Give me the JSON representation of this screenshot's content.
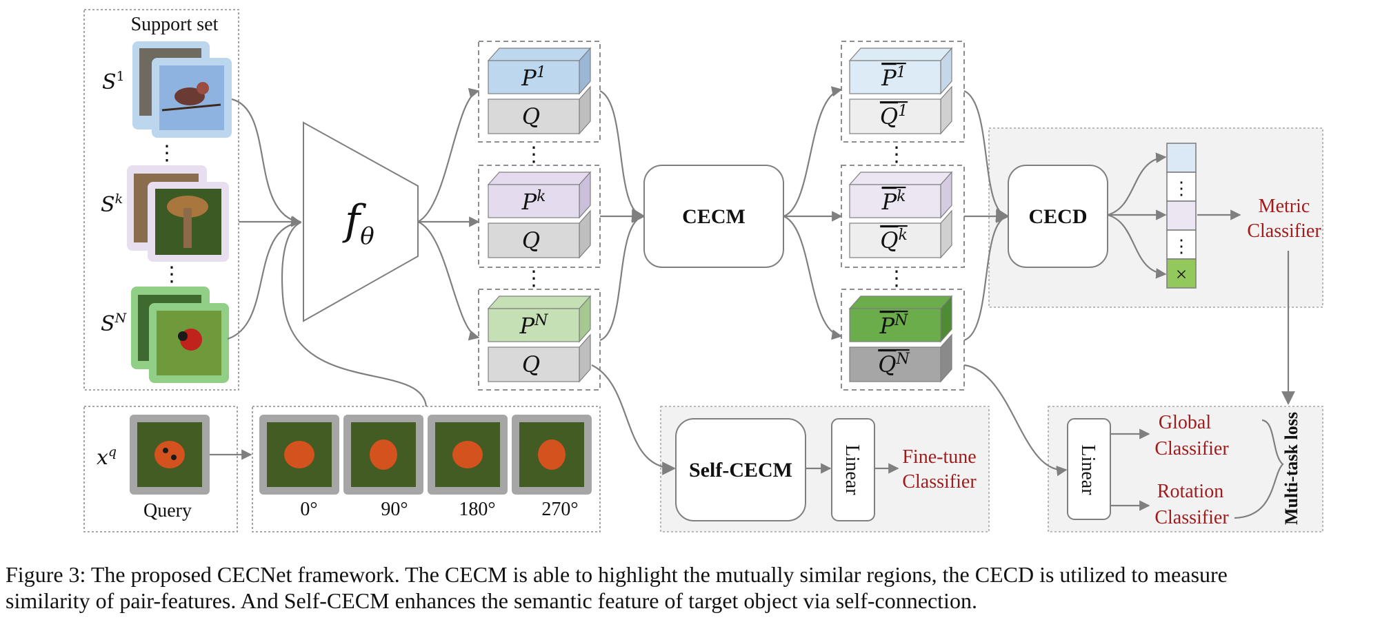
{
  "support": {
    "title": "Support set",
    "rows": [
      {
        "sym": "S",
        "sup": "1",
        "color": "#bcd6ee",
        "photo": "bird"
      },
      {
        "sym": "S",
        "sup": "k",
        "color": "#e7def0",
        "photo": "mushroom"
      },
      {
        "sym": "S",
        "sup": "N",
        "color": "#92cf86",
        "photo": "ladybug"
      }
    ],
    "dots": "⋮"
  },
  "query": {
    "symbol": "x",
    "sup": "q",
    "label": "Query"
  },
  "rotations": [
    "0°",
    "90°",
    "180°",
    "270°"
  ],
  "backbone": {
    "f": "f",
    "sub": "θ"
  },
  "feature_groups": [
    {
      "p": "P",
      "p_sup": "1",
      "q": "Q",
      "q_sup": "",
      "p_color": "#bdd7ee",
      "q_color": "#d9d9d9"
    },
    {
      "p": "P",
      "p_sup": "k",
      "q": "Q",
      "q_sup": "",
      "p_color": "#e4dcee",
      "q_color": "#d9d9d9"
    },
    {
      "p": "P",
      "p_sup": "N",
      "q": "Q",
      "q_sup": "",
      "p_color": "#c5e0b4",
      "q_color": "#d9d9d9"
    }
  ],
  "refined_groups": [
    {
      "p": "P",
      "p_sup": "1",
      "q": "Q",
      "q_sup": "1",
      "p_color": "#ddebf7",
      "q_color": "#eeeeee"
    },
    {
      "p": "P",
      "p_sup": "k",
      "q": "Q",
      "q_sup": "k",
      "p_color": "#ece6f2",
      "q_color": "#eeeeee"
    },
    {
      "p": "P",
      "p_sup": "N",
      "q": "Q",
      "q_sup": "N",
      "p_color": "#6aad4a",
      "q_color": "#a6a6a6"
    }
  ],
  "modules": {
    "cecm": "CECM",
    "cecd": "CECD",
    "self_cecm": "Self-CECM",
    "linear": "Linear"
  },
  "score_cells": [
    "",
    "⋮",
    "",
    "⋮",
    "×"
  ],
  "score_colors": [
    "#dbe8f5",
    "#ffffff",
    "#ece6f2",
    "#ffffff",
    "#93c85d"
  ],
  "classifiers": {
    "metric": [
      "Metric",
      "Classifier"
    ],
    "finetune": [
      "Fine-tune",
      "Classifier"
    ],
    "global": [
      "Global",
      "Classifier"
    ],
    "rotation": [
      "Rotation",
      "Classifier"
    ]
  },
  "loss": "Multi-task loss",
  "accent_color": "#a01c1c",
  "caption": [
    "Figure 3: The proposed CECNet framework. The CECM is able to highlight the mutually similar regions, the CECD is utilized to measure",
    "similarity of pair-features. And Self-CECM enhances the semantic feature of target object via self-connection."
  ]
}
